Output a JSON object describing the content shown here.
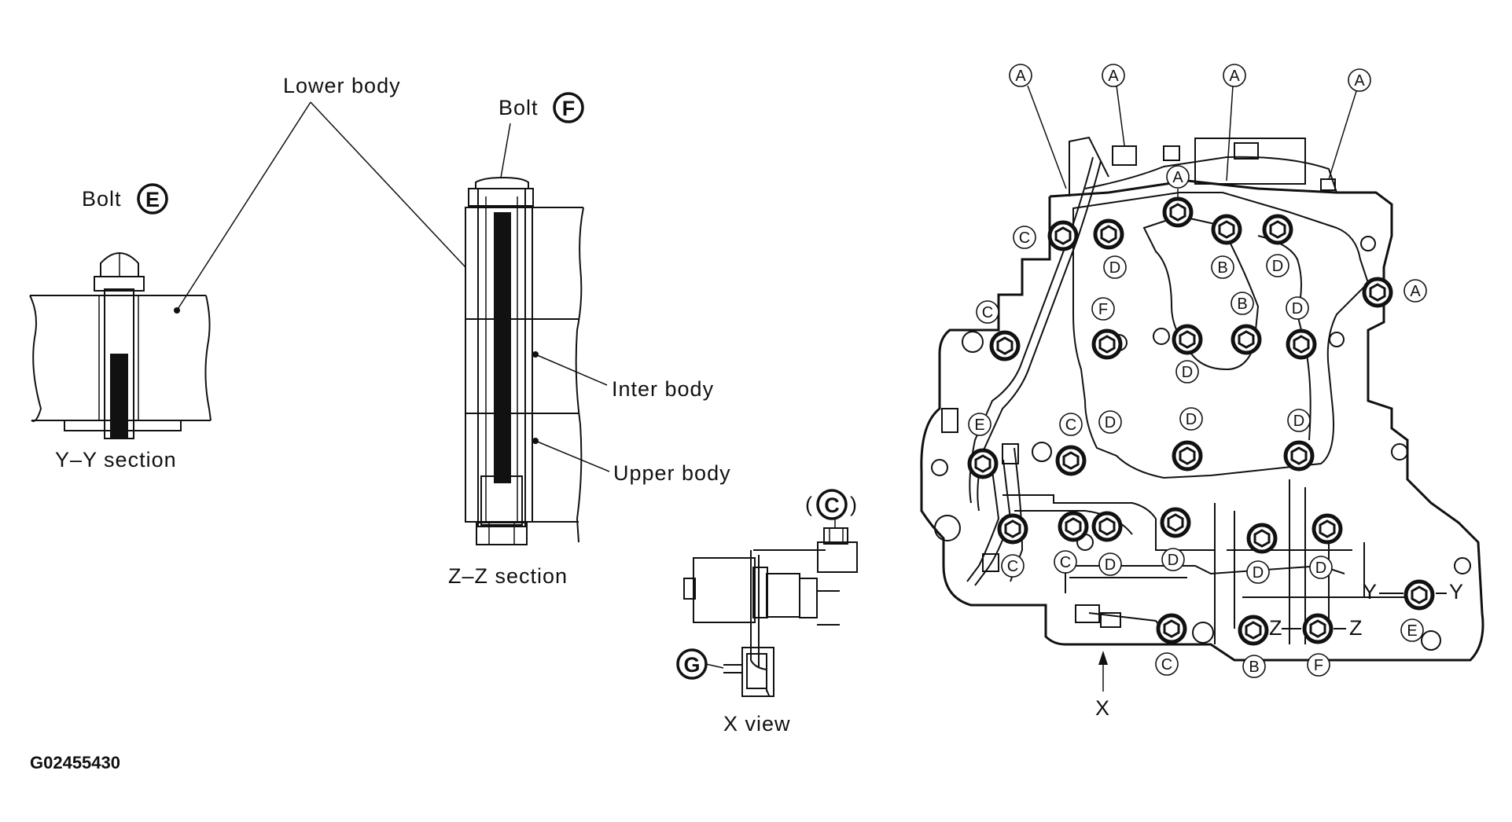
{
  "labels": {
    "lower_body": "Lower body",
    "inter_body": "Inter body",
    "upper_body": "Upper body",
    "bolt": "Bolt",
    "yy_section": "Y–Y section",
    "zz_section": "Z–Z section",
    "x_view": "X view",
    "x_arrow": "X",
    "figure_code": "G02455430"
  },
  "bolt_codes": {
    "E": "E",
    "F": "F",
    "C": "C",
    "G": "G"
  },
  "callouts": {
    "A": "A",
    "B": "B",
    "C": "C",
    "D": "D",
    "E": "E",
    "F": "F"
  },
  "section_marks": {
    "y": "Y",
    "z": "Z"
  },
  "parens": {
    "open": "(",
    "close": ")"
  }
}
